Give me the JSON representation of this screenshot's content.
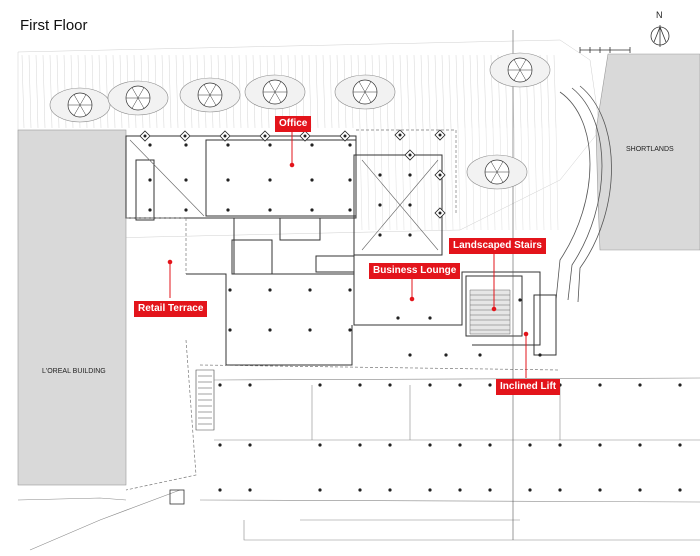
{
  "title": "First Floor",
  "north": "N",
  "buildings": {
    "loreal": "L'OREAL BUILDING",
    "shortlands": "SHORTLANDS"
  },
  "labels": {
    "office": "Office",
    "landscaped_stairs": "Landscaped Stairs",
    "business_lounge": "Business Lounge",
    "retail_terrace": "Retail Terrace",
    "inclined_lift": "Inclined Lift"
  },
  "colors": {
    "label_fill": "#e3141b",
    "building_fill": "#d9d9d9",
    "line": "#333333"
  }
}
